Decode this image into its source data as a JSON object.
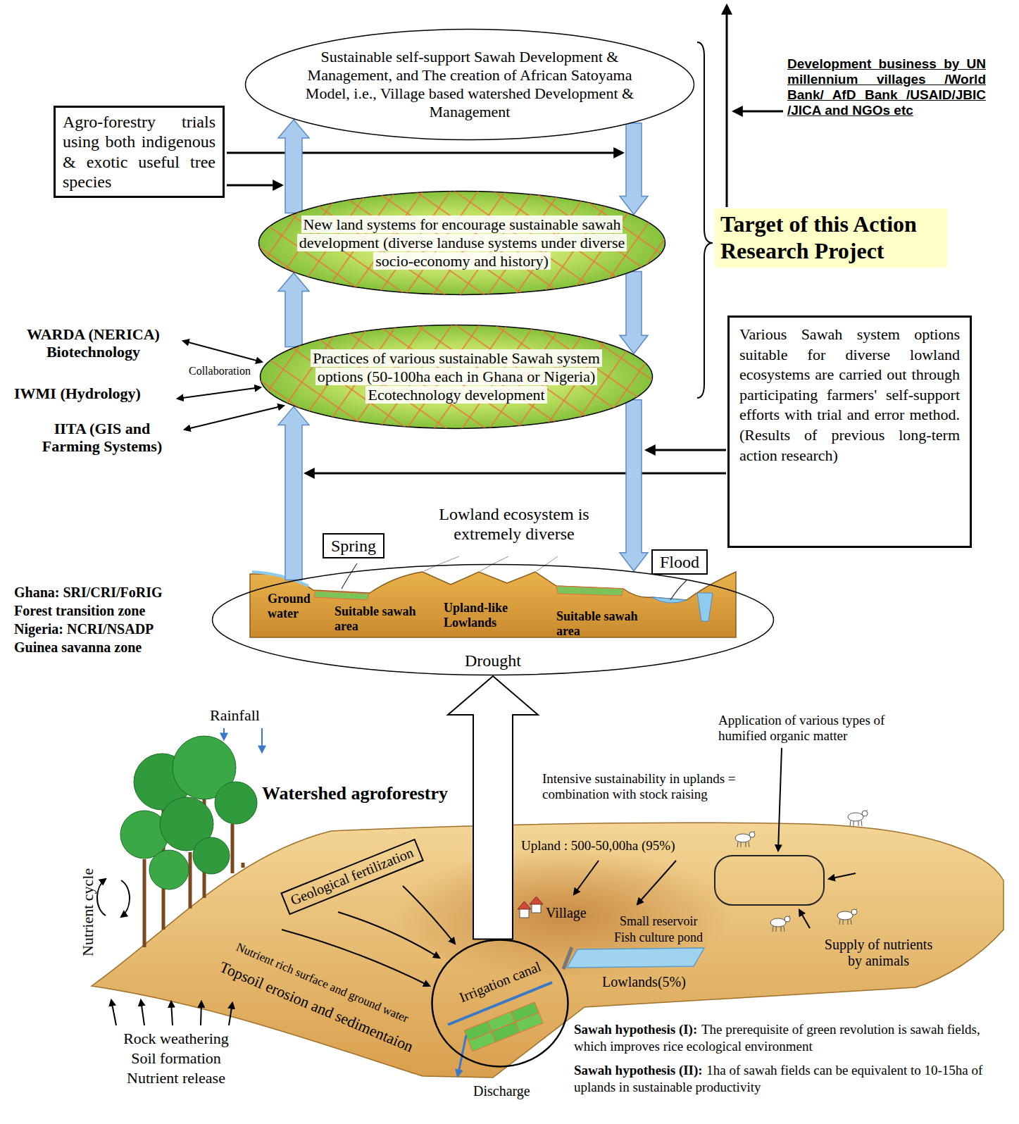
{
  "diagram": {
    "nodes": [
      {
        "text": [
          "Sustainable self-support Sawah Development & Management, and The creation of African Satoyama Model, i.e., Village based watershed Development & Management"
        ]
      },
      {
        "text": [
          "Agro-forestry trials using both indigenous & exotic useful tree species"
        ]
      },
      {
        "text": [
          "New land systems for encourage sustainable sawah development (diverse landuse systems under diverse socio-economy and history)"
        ]
      },
      {
        "text": [
          "Target of this Action Research Project"
        ]
      },
      {
        "text": [
          "Practices of various sustainable Sawah system options (50-100ha each in Ghana or Nigeria) Ecotechnology development"
        ]
      },
      {
        "text": [
          "Various Sawah system options suitable for diverse lowland ecosystems are carried out through participating farmers' self-support efforts with trial and error method. (Results of previous long-term action research)"
        ]
      },
      {
        "text": [
          "Spring"
        ]
      },
      {
        "text": [
          "Flood"
        ]
      },
      {
        "text": [
          "Drought"
        ]
      },
      {
        "text": [
          "Geological fertilization"
        ]
      },
      {
        "text": [
          "Irrigation canal"
        ]
      }
    ],
    "edges": [
      {
        "from": 8,
        "to": 4,
        "arrow": "to"
      },
      {
        "from": 4,
        "to": 2,
        "arrow": "to"
      },
      {
        "from": 2,
        "to": 0,
        "arrow": "to"
      },
      {
        "from": 0,
        "to": 2,
        "arrow": "to"
      },
      {
        "from": 2,
        "to": 4,
        "arrow": "to"
      },
      {
        "from": 4,
        "to": 8,
        "arrow": "to"
      },
      {
        "from": 10,
        "to": 8,
        "arrow": "to"
      }
    ],
    "labels": [
      "Development business by UN millennium villages /World Bank/ AfD Bank /USAID/JBIC /JICA and NGOs etc",
      "WARDA (NERICA) Biotechnology",
      "Collaboration",
      "IWMI (Hydrology)",
      "IITA (GIS and Farming Systems)",
      "Lowland ecosystem is extremely diverse",
      "Ghana: SRI/CRI/FoRIG",
      "Forest transition zone",
      "Nigeria: NCRI/NSADP",
      "Guinea savanna zone",
      "Ground water",
      "Suitable sawah area",
      "Upland-like Lowlands",
      "Suitable sawah area",
      "Rainfall",
      "Watershed agroforestry",
      "Application of various types of humified organic matter",
      "Intensive sustainability in uplands = combination with stock raising",
      "Upland : 500-50,00ha (95%)",
      "Nutrient cycle",
      "Village",
      "Small reservoir",
      "Fish culture pond",
      "Supply of nutrients by animals",
      "Nutrient rich surface and ground water",
      "Topsoil erosion and sedimentaion",
      "Lowlands(5%)",
      "Rock weathering",
      "Soil formation",
      "Nutrient release",
      "Discharge",
      "Sawah hypothesis (I):",
      "The prerequisite of green revolution is sawah fields, which improves rice ecological environment",
      "Sawah hypothesis (II):",
      "1ha of sawah fields can be equivalent to 10-15ha of uplands in sustainable productivity"
    ]
  }
}
